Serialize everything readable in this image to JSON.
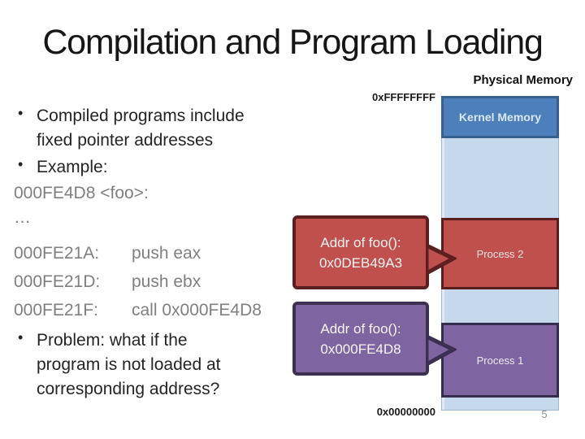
{
  "slide": {
    "title": "Compilation and Program Loading",
    "page_number": "5"
  },
  "left": {
    "bullet_char": "•",
    "bullet1_line1": "Compiled programs include",
    "bullet1_line2": "fixed pointer addresses",
    "bullet2": "Example:",
    "code_foo": "000FE4D8 <foo>:",
    "code_ellipsis": "…",
    "asm": [
      {
        "addr": "000FE21A:",
        "instr": "push eax"
      },
      {
        "addr": "000FE21D:",
        "instr": "push ebx"
      },
      {
        "addr": "000FE21F:",
        "instr": "call 0x000FE4D8"
      }
    ],
    "bullet3_line1": "Problem: what if the",
    "bullet3_line2": "program is not loaded at",
    "bullet3_line3": "corresponding address?"
  },
  "diagram": {
    "title": "Physical Memory",
    "addr_top": "0xFFFFFFFF",
    "addr_bottom": "0x00000000",
    "kernel_label": "Kernel Memory",
    "process2_label": "Process 2",
    "process1_label": "Process 1",
    "callout_red": {
      "line1": "Addr of foo():",
      "line2": "0x0DEB49A3"
    },
    "callout_purple": {
      "line1": "Addr of foo():",
      "line2": "0x000FE4D8"
    },
    "colors": {
      "kernel_fill": "#4d80ba",
      "kernel_border": "#36608e",
      "ram_fill": "#c6d8eb",
      "red_fill": "#c0504d",
      "red_border": "#5a1f1e",
      "purple_fill": "#7e64a1",
      "purple_border": "#3b3052"
    }
  }
}
